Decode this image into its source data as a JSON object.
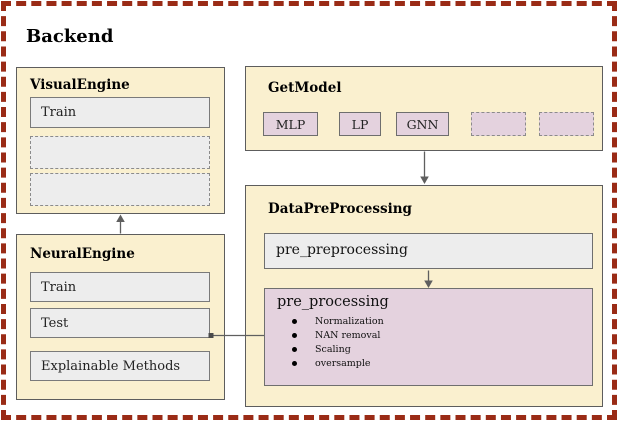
{
  "page": {
    "title": "Backend"
  },
  "colors": {
    "cream": "#faf0cf",
    "pink": "#e4d2de",
    "graybox": "#ededed",
    "brick": "#9a2b16"
  },
  "visual_engine": {
    "title": "VisualEngine",
    "items": [
      {
        "label": "Train",
        "style": "solid"
      },
      {
        "label": "",
        "style": "dashed"
      },
      {
        "label": "",
        "style": "dashed"
      }
    ]
  },
  "get_model": {
    "title": "GetModel",
    "models": [
      {
        "label": "MLP",
        "style": "solid"
      },
      {
        "label": "LP",
        "style": "solid"
      },
      {
        "label": "GNN",
        "style": "solid"
      },
      {
        "label": "",
        "style": "dashed"
      },
      {
        "label": "",
        "style": "dashed"
      }
    ]
  },
  "data_preprocessing": {
    "title": "DataPreProcessing",
    "pre_preprocessing_label": "pre_preprocessing",
    "pre_processing": {
      "title": "pre_processing",
      "bullets": [
        "Normalization",
        "NAN removal",
        "Scaling",
        "oversample"
      ]
    }
  },
  "neural_engine": {
    "title": "NeuralEngine",
    "items": [
      {
        "label": "Train"
      },
      {
        "label": "Test"
      },
      {
        "label": "Explainable Methods"
      }
    ]
  }
}
